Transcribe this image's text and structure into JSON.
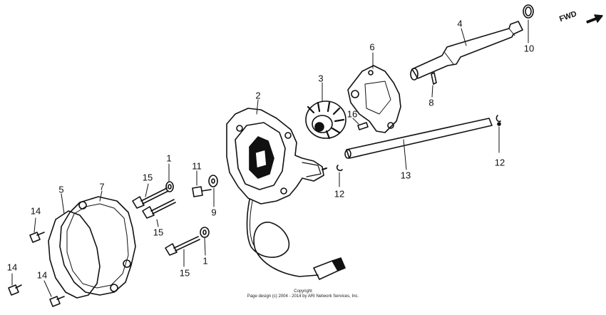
{
  "diagram": {
    "fwd_label": "FWD",
    "callouts": [
      {
        "id": "c1a",
        "text": "1"
      },
      {
        "id": "c1b",
        "text": "1"
      },
      {
        "id": "c2",
        "text": "2"
      },
      {
        "id": "c3",
        "text": "3"
      },
      {
        "id": "c4",
        "text": "4"
      },
      {
        "id": "c5",
        "text": "5"
      },
      {
        "id": "c6",
        "text": "6"
      },
      {
        "id": "c7",
        "text": "7"
      },
      {
        "id": "c8",
        "text": "8"
      },
      {
        "id": "c9",
        "text": "9"
      },
      {
        "id": "c10",
        "text": "10"
      },
      {
        "id": "c11",
        "text": "11"
      },
      {
        "id": "c12a",
        "text": "12"
      },
      {
        "id": "c12b",
        "text": "12"
      },
      {
        "id": "c13",
        "text": "13"
      },
      {
        "id": "c14a",
        "text": "14"
      },
      {
        "id": "c14b",
        "text": "14"
      },
      {
        "id": "c14c",
        "text": "14"
      },
      {
        "id": "c15a",
        "text": "15"
      },
      {
        "id": "c15b",
        "text": "15"
      },
      {
        "id": "c15c",
        "text": "15"
      },
      {
        "id": "c16",
        "text": "16"
      }
    ]
  },
  "footer": {
    "line1": "Copyright",
    "line2": "Page design (c) 2004 - 2014 by ARI Network Services, Inc."
  }
}
